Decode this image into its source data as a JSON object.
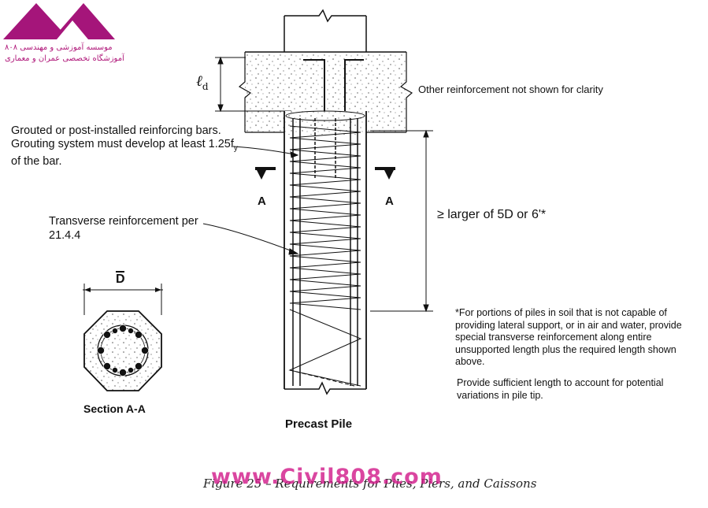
{
  "logo": {
    "line1": "موسسه آموزشی و مهندسی ۸۰۸",
    "line2": "آموزشگاه تخصصی عمران و معماری",
    "color": "#b0187a"
  },
  "labels": {
    "ld_main": "ℓ",
    "ld_sub": "d",
    "other_reinforcement": "Other reinforcement not shown for clarity",
    "grouted_note": "Grouted or post-installed reinforcing bars. Grouting system must develop at least 1.25f",
    "grouted_sub": "y",
    "grouted_tail": " of the bar.",
    "section_mark_left": "A",
    "section_mark_right": "A",
    "length_note": "≥ larger of 5D or 6'*",
    "transverse_note": "Transverse reinforcement per 21.4.4",
    "d_label": "D",
    "section_label": "Section A-A",
    "pile_label": "Precast Pile"
  },
  "footnotes": {
    "note1": "*For portions of piles in soil that is not capable of providing lateral support, or in air and water, provide special transverse reinforcement along entire unsupported length plus the required length shown above.",
    "note2": "Provide sufficient length to account for potential variations in pile tip."
  },
  "caption": {
    "text": "Figure 25 – Requirements for Piles, Piers, and Caissons"
  },
  "watermark": {
    "text": "www.Civil808.com",
    "color": "#d21e8c"
  },
  "colors": {
    "ink": "#111111",
    "concrete_dots": "#555555"
  }
}
